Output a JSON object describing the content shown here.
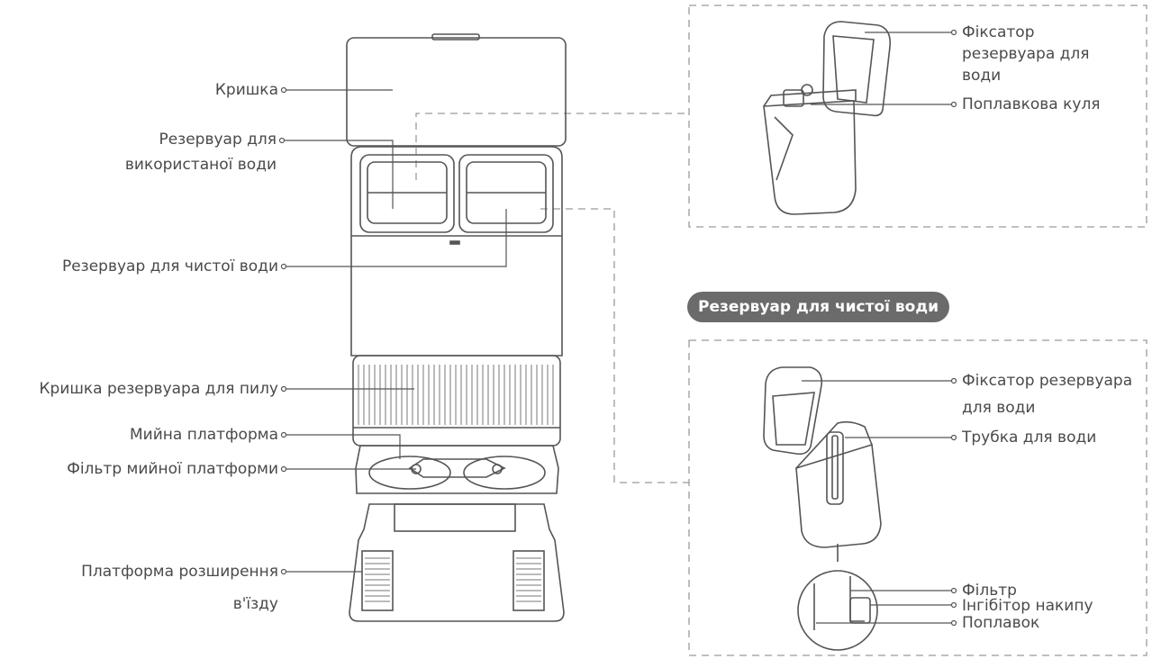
{
  "station_labels": {
    "lid": "Кришка",
    "dirty_tank_line1": "Резервуар для",
    "dirty_tank_line2": "використаної води",
    "clean_tank": "Резервуар для чистої води",
    "dust_cover": "Кришка резервуара для пилу",
    "wash_board": "Мийна платформа",
    "wash_filter": "Фільтр мийної платформи",
    "ramp_line1": "Платформа розширення",
    "ramp_line2": "в'їзду"
  },
  "dirty_tank_panel": {
    "latch_line1": "Фіксатор",
    "latch_line2": "резервуара для",
    "latch_line3": "води",
    "float_ball": "Поплавкова куля"
  },
  "clean_tank_panel": {
    "title": "Резервуар для чистої води",
    "latch_line1": "Фіксатор резервуара",
    "latch_line2": "для води",
    "water_tube": "Трубка для води",
    "filter": "Фільтр",
    "scale_inhibitor": "Інгібітор накипу",
    "float": "Поплавок"
  },
  "colors": {
    "line": "#555555",
    "dash": "#9a9a9a",
    "badge": "#6b6b6b"
  }
}
